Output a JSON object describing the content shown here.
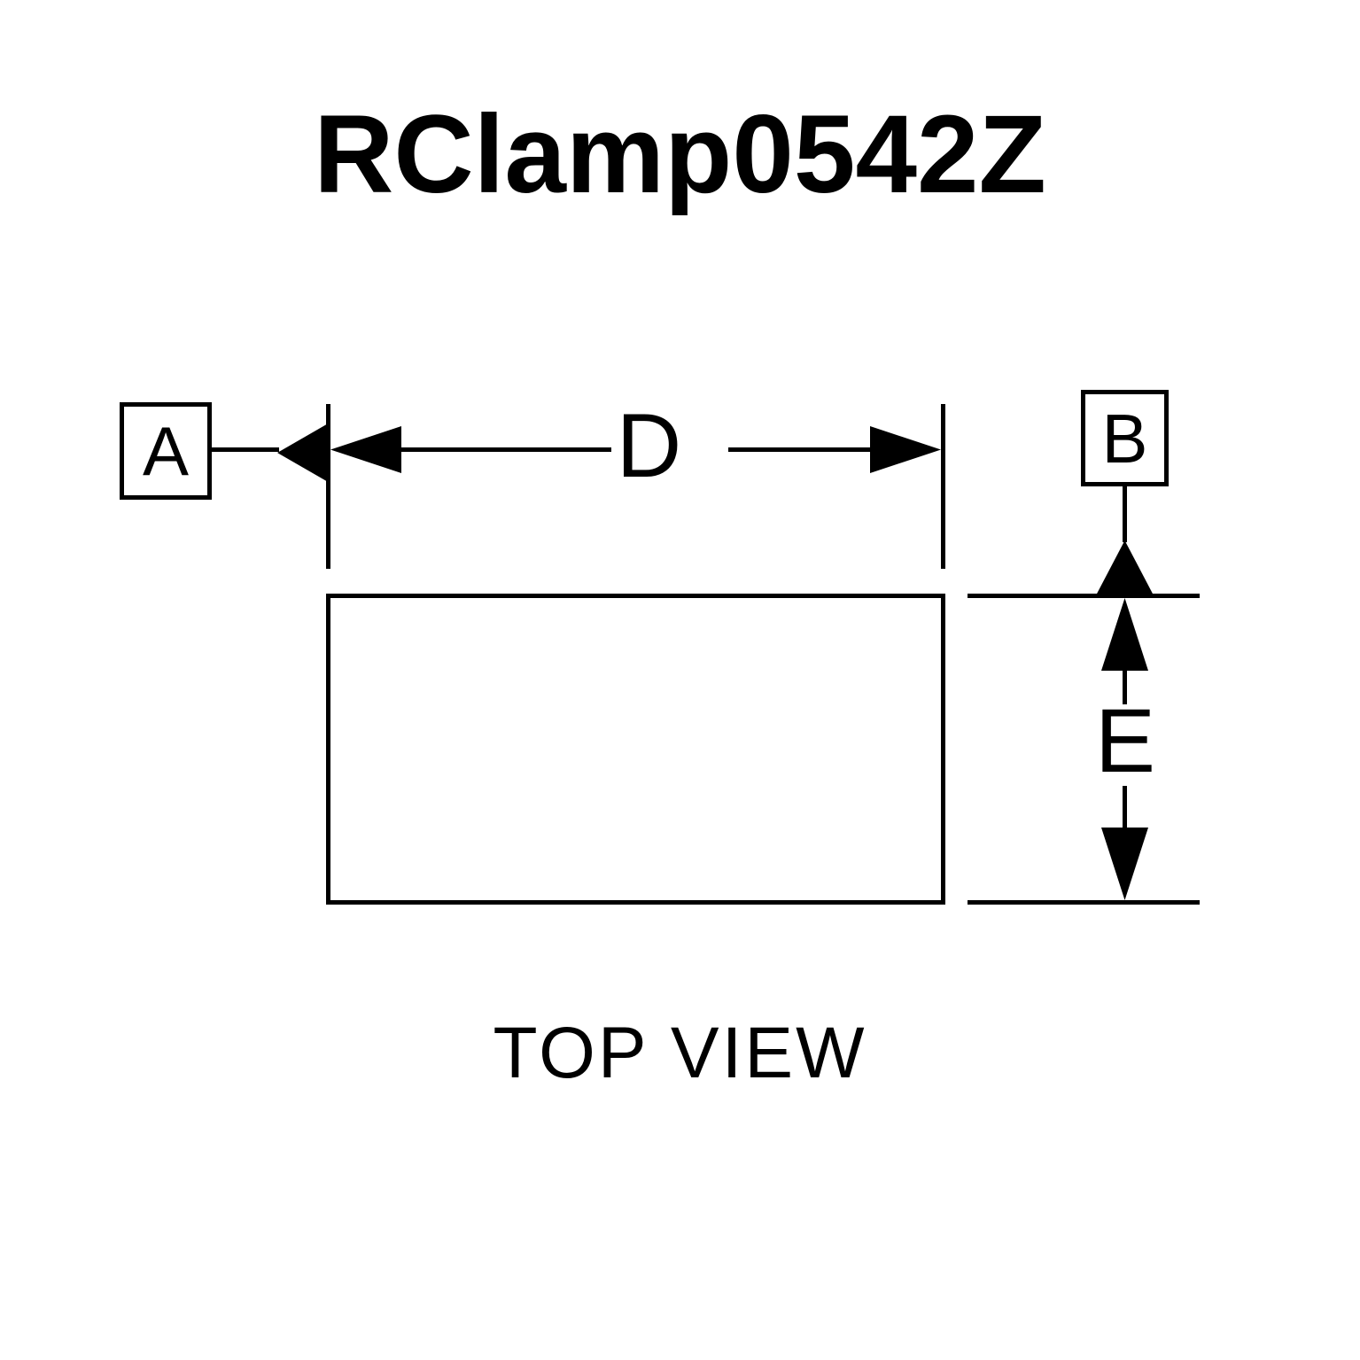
{
  "diagram": {
    "title": "RClamp0542Z",
    "caption": "TOP VIEW",
    "datum_a": {
      "label": "A"
    },
    "datum_b": {
      "label": "B"
    },
    "dimension_d": {
      "label": "D"
    },
    "dimension_e": {
      "label": "E"
    },
    "colors": {
      "ink": "#000000",
      "background": "#ffffff"
    }
  }
}
